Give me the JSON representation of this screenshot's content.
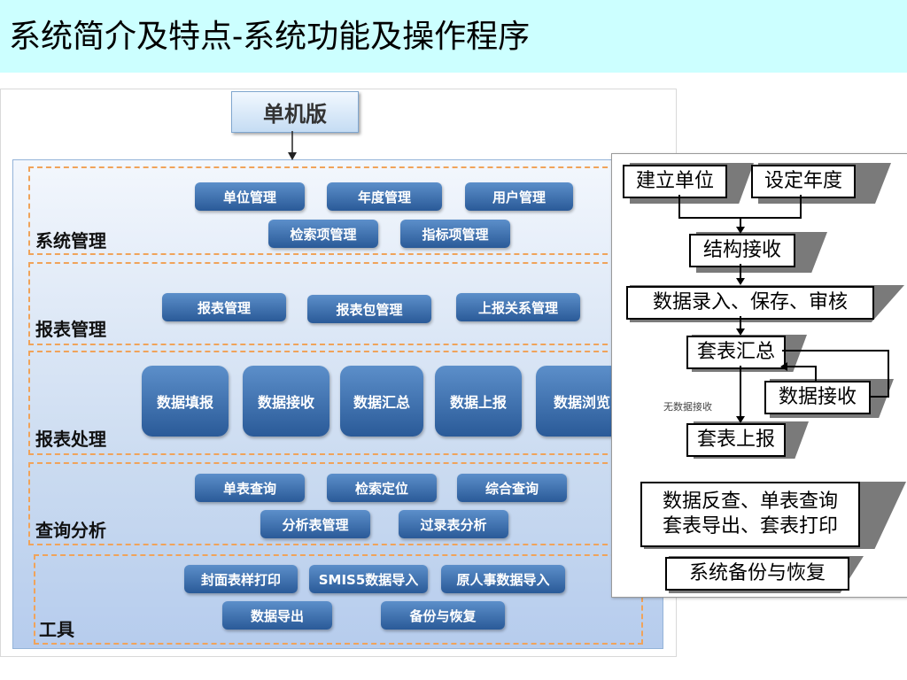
{
  "title": "系统简介及特点-系统功能及操作程序",
  "top_box": "单机版",
  "sections": [
    {
      "label": "系统管理",
      "buttons": [
        "单位管理",
        "年度管理",
        "用户管理",
        "检索项管理",
        "指标项管理"
      ]
    },
    {
      "label": "报表管理",
      "buttons": [
        "报表管理",
        "报表包管理",
        "上报关系管理"
      ]
    },
    {
      "label": "报表处理",
      "buttons": [
        "数据填报",
        "数据接收",
        "数据汇总",
        "数据上报",
        "数据浏览"
      ]
    },
    {
      "label": "查询分析",
      "buttons": [
        "单表查询",
        "检索定位",
        "综合查询",
        "分析表管理",
        "过录表分析"
      ]
    },
    {
      "label": "工具",
      "buttons": [
        "封面表样打印",
        "SMIS5数据导入",
        "原人事数据导入",
        "数据导出",
        "备份与恢复"
      ]
    }
  ],
  "flow": {
    "build_unit": "建立单位",
    "set_year": "设定年度",
    "structure_receive": "结构接收",
    "data_entry": "数据录入、保存、审核",
    "summary": "套表汇总",
    "data_receive": "数据接收",
    "no_data_note": "无数据接收",
    "report": "套表上报",
    "query_line1": "数据反查、单表查询",
    "query_line2": "套表导出、套表打印",
    "backup": "系统备份与恢复"
  }
}
